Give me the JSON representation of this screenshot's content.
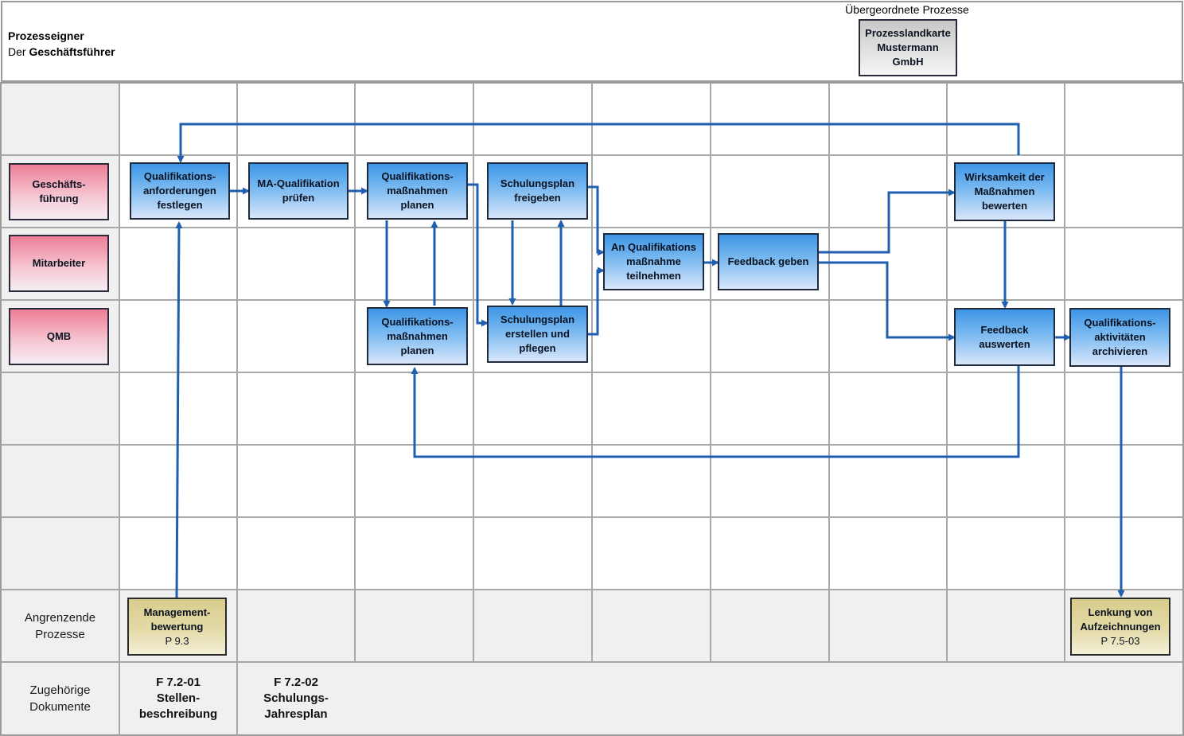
{
  "header": {
    "owner_title": "Prozesseigner",
    "owner_prefix": "Der",
    "owner_name": "Geschäftsführer",
    "parent_label": "Übergeordnete Prozesse",
    "parent_box": "Prozesslandkarte\nMustermann\nGmbH"
  },
  "roles": [
    {
      "label": "Geschäfts-\nführung"
    },
    {
      "label": "Mitarbeiter"
    },
    {
      "label": "QMB"
    }
  ],
  "rows": {
    "adjacent_label": "Angrenzende\nProzesse",
    "documents_label": "Zugehörige\nDokumente"
  },
  "steps": {
    "anforderungen": "Qualifikations-\nanforderungen\nfestlegen",
    "ma_pruefen": "MA-Qualifikation\nprüfen",
    "massnahmen_gf": "Qualifikations-\nmaßnahmen\nplanen",
    "plan_freigeben": "Schulungsplan\nfreigeben",
    "teilnehmen": "An Qualifikations\nmaßnahme\nteilnehmen",
    "feedback_geben": "Feedback geben",
    "wirksamkeit": "Wirksamkeit der\nMaßnahmen\nbewerten",
    "massnahmen_qmb": "Qualifikations-\nmaßnahmen\nplanen",
    "plan_erstellen": "Schulungsplan\nerstellen und\npflegen",
    "feedback_auswerten": "Feedback\nauswerten",
    "archivieren": "Qualifikations-\naktivitäten\narchivieren"
  },
  "adjacent": {
    "management_title": "Management-\nbewertung",
    "management_code": "P 9.3",
    "lenkung_title": "Lenkung von\nAufzeichnungen",
    "lenkung_code": "P 7.5-03"
  },
  "documents": {
    "doc1": "F 7.2-01\nStellen-\nbeschreibung",
    "doc2": "F 7.2-02\nSchulungs-\nJahresplan"
  },
  "colors": {
    "connector": "#1f5fb0",
    "grid": "#a8a8a8",
    "left_column_bg": "#f0f0f0",
    "bottom_rows_bg": "#f0f0f0"
  }
}
